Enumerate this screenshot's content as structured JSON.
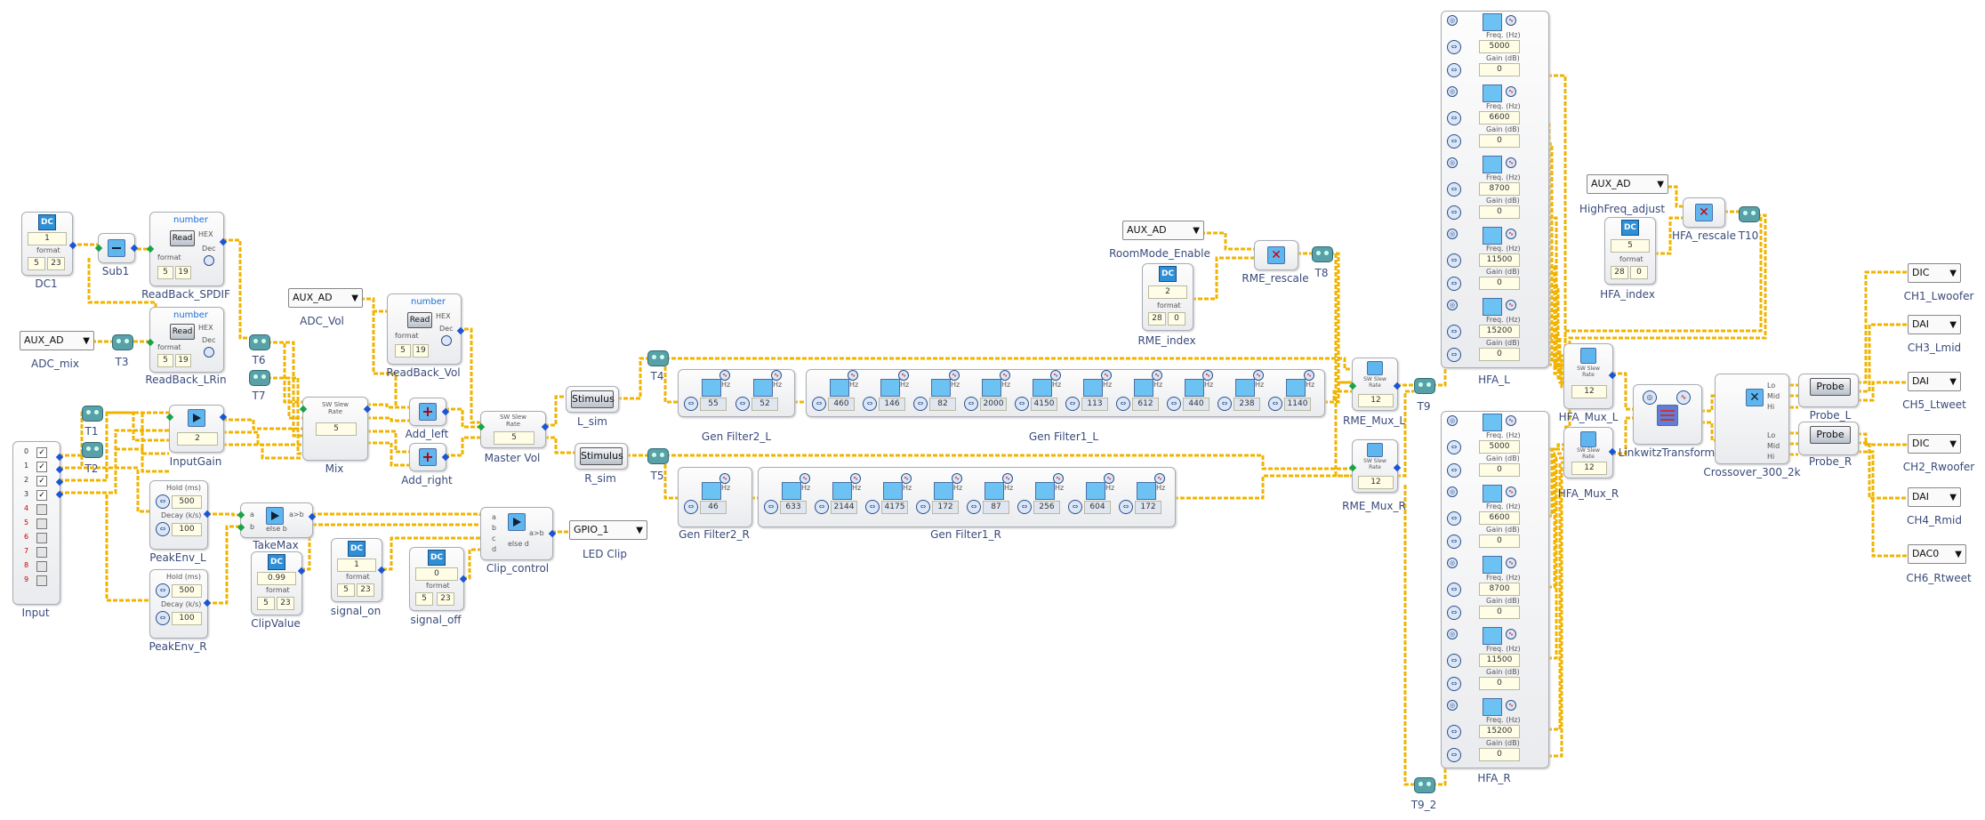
{
  "colors": {
    "wire": "#f0b400",
    "input_port": "#1aa34a",
    "output_port": "#1a55d6",
    "dc_badge": "#2f8fd6",
    "label": "#3a4b7a"
  },
  "blocks": {
    "dc1": {
      "label": "DC1",
      "badge": "DC",
      "value": "1",
      "format_label": "format",
      "fmt_a": "5",
      "fmt_b": "23"
    },
    "sub1": {
      "label": "Sub1"
    },
    "readback_spdif": {
      "label": "ReadBack_SPDIF",
      "header": "number",
      "btn": "Read",
      "hex": "HEX",
      "dec": "Dec",
      "format_label": "format",
      "fmt_a": "5",
      "fmt_b": "19"
    },
    "readback_lrin": {
      "label": "ReadBack_LRin",
      "header": "number",
      "btn": "Read",
      "hex": "HEX",
      "dec": "Dec",
      "format_label": "format",
      "fmt_a": "5",
      "fmt_b": "19"
    },
    "adc_mix": {
      "label": "ADC_mix",
      "value": "AUX_AD"
    },
    "t3": {
      "label": "T3"
    },
    "input": {
      "label": "Input",
      "channels": [
        "0",
        "1",
        "2",
        "3",
        "4",
        "5",
        "6",
        "7",
        "8",
        "9"
      ]
    },
    "t1": {
      "label": "T1"
    },
    "t2": {
      "label": "T2"
    },
    "inputgain": {
      "label": "InputGain",
      "value": "2"
    },
    "t6": {
      "label": "T6"
    },
    "t7": {
      "label": "T7"
    },
    "mix": {
      "label": "Mix",
      "title": "SW Slew Rate",
      "value": "5"
    },
    "adc_vol": {
      "label": "ADC_Vol",
      "value": "AUX_AD"
    },
    "readback_vol": {
      "label": "ReadBack_Vol",
      "header": "number",
      "btn": "Read",
      "hex": "HEX",
      "dec": "Dec",
      "format_label": "format",
      "fmt_a": "5",
      "fmt_b": "19"
    },
    "add_left": {
      "label": "Add_left"
    },
    "add_right": {
      "label": "Add_right"
    },
    "master_vol": {
      "label": "Master Vol",
      "title": "SW Slew Rate",
      "value": "5"
    },
    "l_sim": {
      "label": "L_sim",
      "btn": "Stimulus"
    },
    "r_sim": {
      "label": "R_sim",
      "btn": "Stimulus"
    },
    "t4": {
      "label": "T4"
    },
    "t5": {
      "label": "T5"
    },
    "peakenv_l": {
      "label": "PeakEnv_L",
      "hold_label": "Hold (ms)",
      "hold": "500",
      "decay_label": "Decay (k/s)",
      "decay": "100"
    },
    "peakenv_r": {
      "label": "PeakEnv_R",
      "hold_label": "Hold (ms)",
      "hold": "500",
      "decay_label": "Decay (k/s)",
      "decay": "100"
    },
    "takemax": {
      "label": "TakeMax",
      "a": "a",
      "b": "b",
      "out1": "a>b",
      "out2": "else b"
    },
    "clipvalue": {
      "label": "ClipValue",
      "badge": "DC",
      "value": "0.99",
      "format_label": "format",
      "fmt_a": "5",
      "fmt_b": "23"
    },
    "signal_on": {
      "label": "signal_on",
      "badge": "DC",
      "value": "1",
      "format_label": "format",
      "fmt_a": "5",
      "fmt_b": "23"
    },
    "signal_off": {
      "label": "signal_off",
      "badge": "DC",
      "value": "0",
      "format_label": "format",
      "fmt_a": "5",
      "fmt_b": "23"
    },
    "clip_control": {
      "label": "Clip_control",
      "ins": [
        "a",
        "b",
        "c",
        "d"
      ],
      "out1": "a>b",
      "out2": "else d"
    },
    "led_clip": {
      "label": "LED Clip",
      "value": "GPIO_1"
    },
    "gen_filter2_l": {
      "label": "Gen Filter2_L",
      "values": [
        "55",
        "52"
      ],
      "hz": "Hz"
    },
    "gen_filter1_l": {
      "label": "Gen Filter1_L",
      "values": [
        "460",
        "146",
        "82",
        "2000",
        "4150",
        "113",
        "612",
        "440",
        "238",
        "1140"
      ],
      "hz": "Hz"
    },
    "gen_filter2_r": {
      "label": "Gen Filter2_R",
      "values": [
        "46"
      ],
      "hz": "Hz"
    },
    "gen_filter1_r": {
      "label": "Gen Filter1_R",
      "values": [
        "633",
        "2144",
        "4175",
        "172",
        "87",
        "256",
        "604",
        "172"
      ],
      "hz": "Hz"
    },
    "roommode_enable": {
      "label": "RoomMode_Enable",
      "value": "AUX_AD"
    },
    "rme_index": {
      "label": "RME_index",
      "badge": "DC",
      "value": "2",
      "format_label": "format",
      "fmt_a": "28",
      "fmt_b": "0"
    },
    "rme_rescale": {
      "label": "RME_rescale"
    },
    "t8": {
      "label": "T8"
    },
    "rme_mux_l": {
      "label": "RME_Mux_L",
      "title": "SW Slew Rate",
      "value": "12"
    },
    "rme_mux_r": {
      "label": "RME_Mux_R",
      "title": "SW Slew Rate",
      "value": "12"
    },
    "t9": {
      "label": "T9"
    },
    "t9_2": {
      "label": "T9_2"
    },
    "hfa_l": {
      "label": "HFA_L",
      "freq_label": "Freq. (Hz)",
      "gain_label": "Gain (dB)",
      "freqs": [
        "5000",
        "6600",
        "8700",
        "11500",
        "15200"
      ],
      "gains": [
        "0",
        "0",
        "0",
        "0",
        "0"
      ]
    },
    "hfa_r": {
      "label": "HFA_R",
      "freq_label": "Freq. (Hz)",
      "gain_label": "Gain (dB)",
      "freqs": [
        "5000",
        "6600",
        "8700",
        "11500",
        "15200"
      ],
      "gains": [
        "0",
        "0",
        "0",
        "0",
        "0"
      ]
    },
    "highfreq_adjust": {
      "label": "HighFreq_adjust",
      "value": "AUX_AD"
    },
    "hfa_index": {
      "label": "HFA_index",
      "badge": "DC",
      "value": "5",
      "format_label": "format",
      "fmt_a": "28",
      "fmt_b": "0"
    },
    "hfa_rescale": {
      "label": "HFA_rescale"
    },
    "t10": {
      "label": "T10"
    },
    "hfa_mux_l": {
      "label": "HFA_Mux_L",
      "value": "12"
    },
    "hfa_mux_r": {
      "label": "HFA_Mux_R",
      "value": "12"
    },
    "linkwitz": {
      "label": "LinkwitzTransform"
    },
    "crossover": {
      "label": "Crossover_300_2k",
      "outs": [
        "Lo",
        "Mid",
        "Hi"
      ]
    },
    "probe_l": {
      "label": "Probe_L",
      "btn": "Probe"
    },
    "probe_r": {
      "label": "Probe_R",
      "btn": "Probe"
    },
    "ch1": {
      "label": "CH1_Lwoofer",
      "value": "DIC"
    },
    "ch3": {
      "label": "CH3_Lmid",
      "value": "DAI"
    },
    "ch5": {
      "label": "CH5_Ltweet",
      "value": "DAI"
    },
    "ch2": {
      "label": "CH2_Rwoofer",
      "value": "DIC"
    },
    "ch4": {
      "label": "CH4_Rmid",
      "value": "DAI"
    },
    "ch6": {
      "label": "CH6_Rtweet",
      "value": "DAC0"
    }
  }
}
